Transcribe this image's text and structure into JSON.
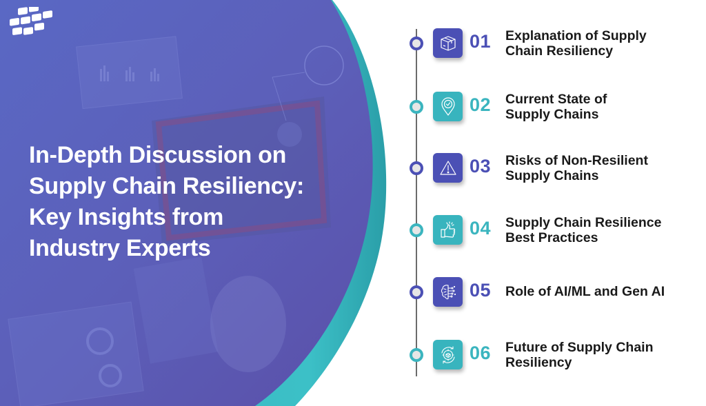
{
  "hero": {
    "title_lines": [
      "In-Depth Discussion on",
      "Supply Chain Resiliency:",
      "Key Insights from",
      "Industry Experts"
    ],
    "colors": {
      "overlay": "#5b61bb",
      "accent_teal": "#3bbcc4",
      "accent_purple": "#4b50b5"
    }
  },
  "logo": {
    "icon": "interlocking-tiles-logo"
  },
  "agenda": {
    "items": [
      {
        "number": "01",
        "icon": "package-box-icon",
        "color": "purple",
        "lines": [
          "Explanation of Supply",
          "Chain Resiliency"
        ]
      },
      {
        "number": "02",
        "icon": "location-check-icon",
        "color": "teal",
        "lines": [
          "Current State of",
          "Supply Chains"
        ]
      },
      {
        "number": "03",
        "icon": "warning-triangle-icon",
        "color": "purple",
        "lines": [
          "Risks of Non-Resilient",
          "Supply Chains"
        ]
      },
      {
        "number": "04",
        "icon": "thumbs-up-icon",
        "color": "teal",
        "lines": [
          "Supply Chain Resilience",
          "Best Practices"
        ]
      },
      {
        "number": "05",
        "icon": "ai-brain-icon",
        "color": "purple",
        "lines": [
          "Role of AI/ML and Gen AI"
        ]
      },
      {
        "number": "06",
        "icon": "gear-cycle-icon",
        "color": "teal",
        "lines": [
          "Future of Supply Chain",
          "Resiliency"
        ]
      }
    ]
  }
}
